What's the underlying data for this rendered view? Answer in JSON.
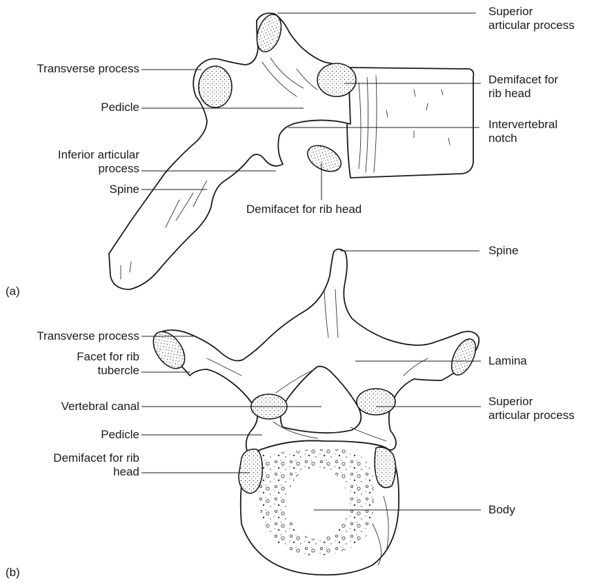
{
  "panel_a": {
    "tag": "(a)",
    "labels": {
      "superior_articular_process": [
        "Superior",
        "articular process"
      ],
      "transverse_process": "Transverse process",
      "demifacet_rib_head_upper": [
        "Demifacet for",
        "rib head"
      ],
      "pedicle": "Pedicle",
      "intervertebral_notch": [
        "Intervertebral",
        "notch"
      ],
      "inferior_articular_process": [
        "Inferior articular",
        "process"
      ],
      "spine": "Spine",
      "demifacet_rib_head_lower": "Demifacet for rib head"
    }
  },
  "panel_b": {
    "tag": "(b)",
    "labels": {
      "spine": "Spine",
      "transverse_process": "Transverse process",
      "facet_rib_tubercle": [
        "Facet for rib",
        "tubercle"
      ],
      "lamina": "Lamina",
      "vertebral_canal": "Vertebral canal",
      "superior_articular_process": [
        "Superior",
        "articular process"
      ],
      "pedicle": "Pedicle",
      "demifacet_rib_head": [
        "Demifacet for rib",
        "head"
      ],
      "body": "Body"
    }
  }
}
